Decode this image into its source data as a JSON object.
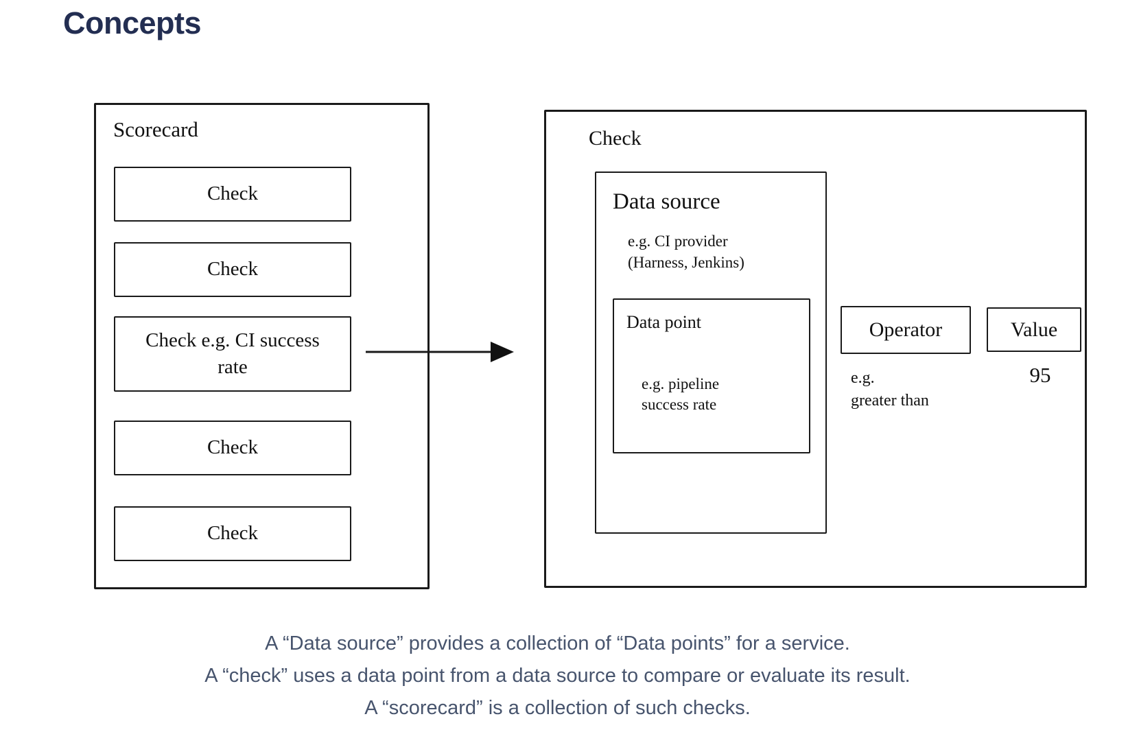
{
  "page": {
    "title": "Concepts"
  },
  "colors": {
    "heading": "#232E52",
    "caption_text": "#47546D",
    "diagram_stroke": "#1A1A1A",
    "background": "#FFFFFF"
  },
  "scorecard": {
    "label": "Scorecard",
    "checks": [
      {
        "label": "Check"
      },
      {
        "label": "Check"
      },
      {
        "label": "Check e.g. CI success rate"
      },
      {
        "label": "Check"
      },
      {
        "label": "Check"
      }
    ]
  },
  "check_detail": {
    "label": "Check",
    "data_source": {
      "label": "Data source",
      "example_line1": "e.g. CI provider",
      "example_line2": "(Harness, Jenkins)",
      "data_point": {
        "label": "Data point",
        "example_line1": "e.g. pipeline",
        "example_line2": "success rate"
      }
    },
    "operator": {
      "label": "Operator",
      "example_line1": "e.g.",
      "example_line2": "greater than"
    },
    "value": {
      "label": "Value",
      "example": "95"
    }
  },
  "caption": {
    "line1": "A “Data source” provides a collection of “Data points” for a service.",
    "line2": "A “check” uses a data point from a data source to compare or evaluate its result.",
    "line3": "A “scorecard” is a collection of such checks."
  }
}
